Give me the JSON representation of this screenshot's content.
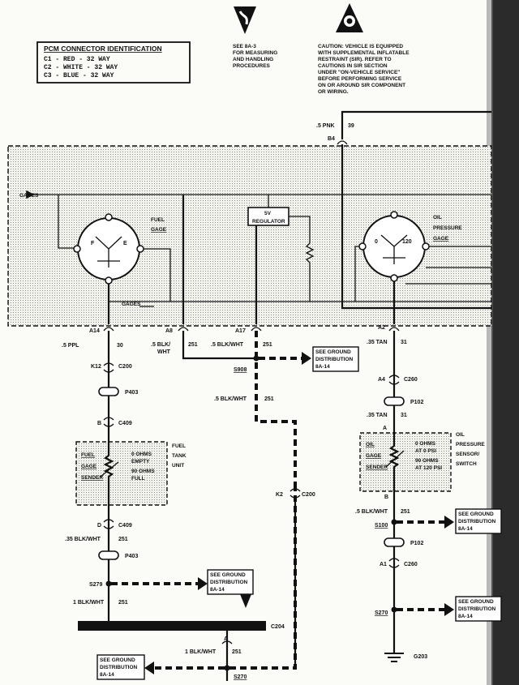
{
  "connector_id": {
    "title": "PCM CONNECTOR IDENTIFICATION",
    "rows": [
      "C1 - RED    - 32 WAY",
      "C2 - WHITE  - 32 WAY",
      "C3 - BLUE   - 32 WAY"
    ]
  },
  "esd_note": [
    "SEE 8A-3",
    "FOR MEASURING",
    "AND HANDLING",
    "PROCEDURES"
  ],
  "sir_caution": [
    "CAUTION: VEHICLE IS EQUIPPED",
    "WITH SUPPLEMENTAL INFLATABLE",
    "RESTRAINT (SIR). REFER TO",
    "CAUTIONS IN SIR SECTION",
    "UNDER \"ON-VEHICLE SERVICE\"",
    "BEFORE PERFORMING SERVICE",
    "ON OR AROUND SIR COMPONENT",
    "OR WIRING."
  ],
  "top_wire": {
    "label": ".5 PNK",
    "circuit": "39",
    "pin": "B4"
  },
  "cluster": {
    "gages_left": "GAGES",
    "gages_bottom": "GAGES",
    "regulator": [
      "5V",
      "REGULATOR"
    ],
    "fuel_gage": [
      "FUEL",
      "GAGE"
    ],
    "fuel_scale": {
      "empty": "F",
      "full": "E"
    },
    "oil_gage": [
      "OIL",
      "PRESSURE",
      "GAGE"
    ],
    "oil_scale": {
      "low": "0",
      "high": "120"
    }
  },
  "pins": {
    "a14": "A14",
    "a8": "A8",
    "a17": "A17",
    "a2": "A2"
  },
  "wires": {
    "ppl": ".5 PPL",
    "c30": "30",
    "blkwht_a8": ".5 BLK/",
    "blkwht_a8b": "WHT",
    "c251a": "251",
    "blkwht_a17": ".5 BLK/WHT",
    "c251b": "251",
    "tan_a": ".35 TAN",
    "c31a": "31",
    "blkwht_mid": ".5 BLK/WHT",
    "c251c": "251",
    "tan_b": ".35 TAN",
    "c31b": "31",
    "blkwht_fuel": ".35 BLK/WHT",
    "c251d": "251",
    "blkwht_s279": "1 BLK/WHT",
    "c251e": "251",
    "blkwht_s270": "1 BLK/WHT",
    "c251f": "251",
    "blkwht_oil": ".5 BLK/WHT",
    "c251g": "251"
  },
  "connectors": {
    "k12": "K12",
    "c200a": "C200",
    "p403a": "P403",
    "b": "B",
    "c409a": "C409",
    "d": "D",
    "c409b": "C409",
    "p403b": "P403",
    "k2": "K2",
    "c200b": "C200",
    "a4": "A4",
    "c260a": "C260",
    "p102a": "P102",
    "oil_a": "A",
    "oil_b": "B",
    "p102b": "P102",
    "a1": "A1",
    "c260b": "C260",
    "c204": "C204",
    "c204_a": "A"
  },
  "splices": {
    "s908": "S908",
    "s279": "S279",
    "s270a": "S270",
    "s100": "S100",
    "s270b": "S270"
  },
  "ground": [
    "SEE GROUND",
    "DISTRIBUTION",
    "8A-14"
  ],
  "g203": "G203",
  "fuel_sender": {
    "label_left": [
      "FUEL",
      "GAGE",
      "SENDER"
    ],
    "label_right": [
      "FUEL",
      "TANK",
      "UNIT"
    ],
    "specs": [
      "0 OHMS",
      "EMPTY",
      "90 OHMS",
      "FULL"
    ]
  },
  "oil_sender": {
    "label_left": [
      "OIL",
      "GAGE",
      "SENDER"
    ],
    "label_right": [
      "OIL",
      "PRESSURE",
      "SENSOR/",
      "SWITCH"
    ],
    "specs": [
      "0 OHMS",
      "AT 0 PSI",
      "90 OHMS",
      "AT 120 PSI"
    ]
  }
}
